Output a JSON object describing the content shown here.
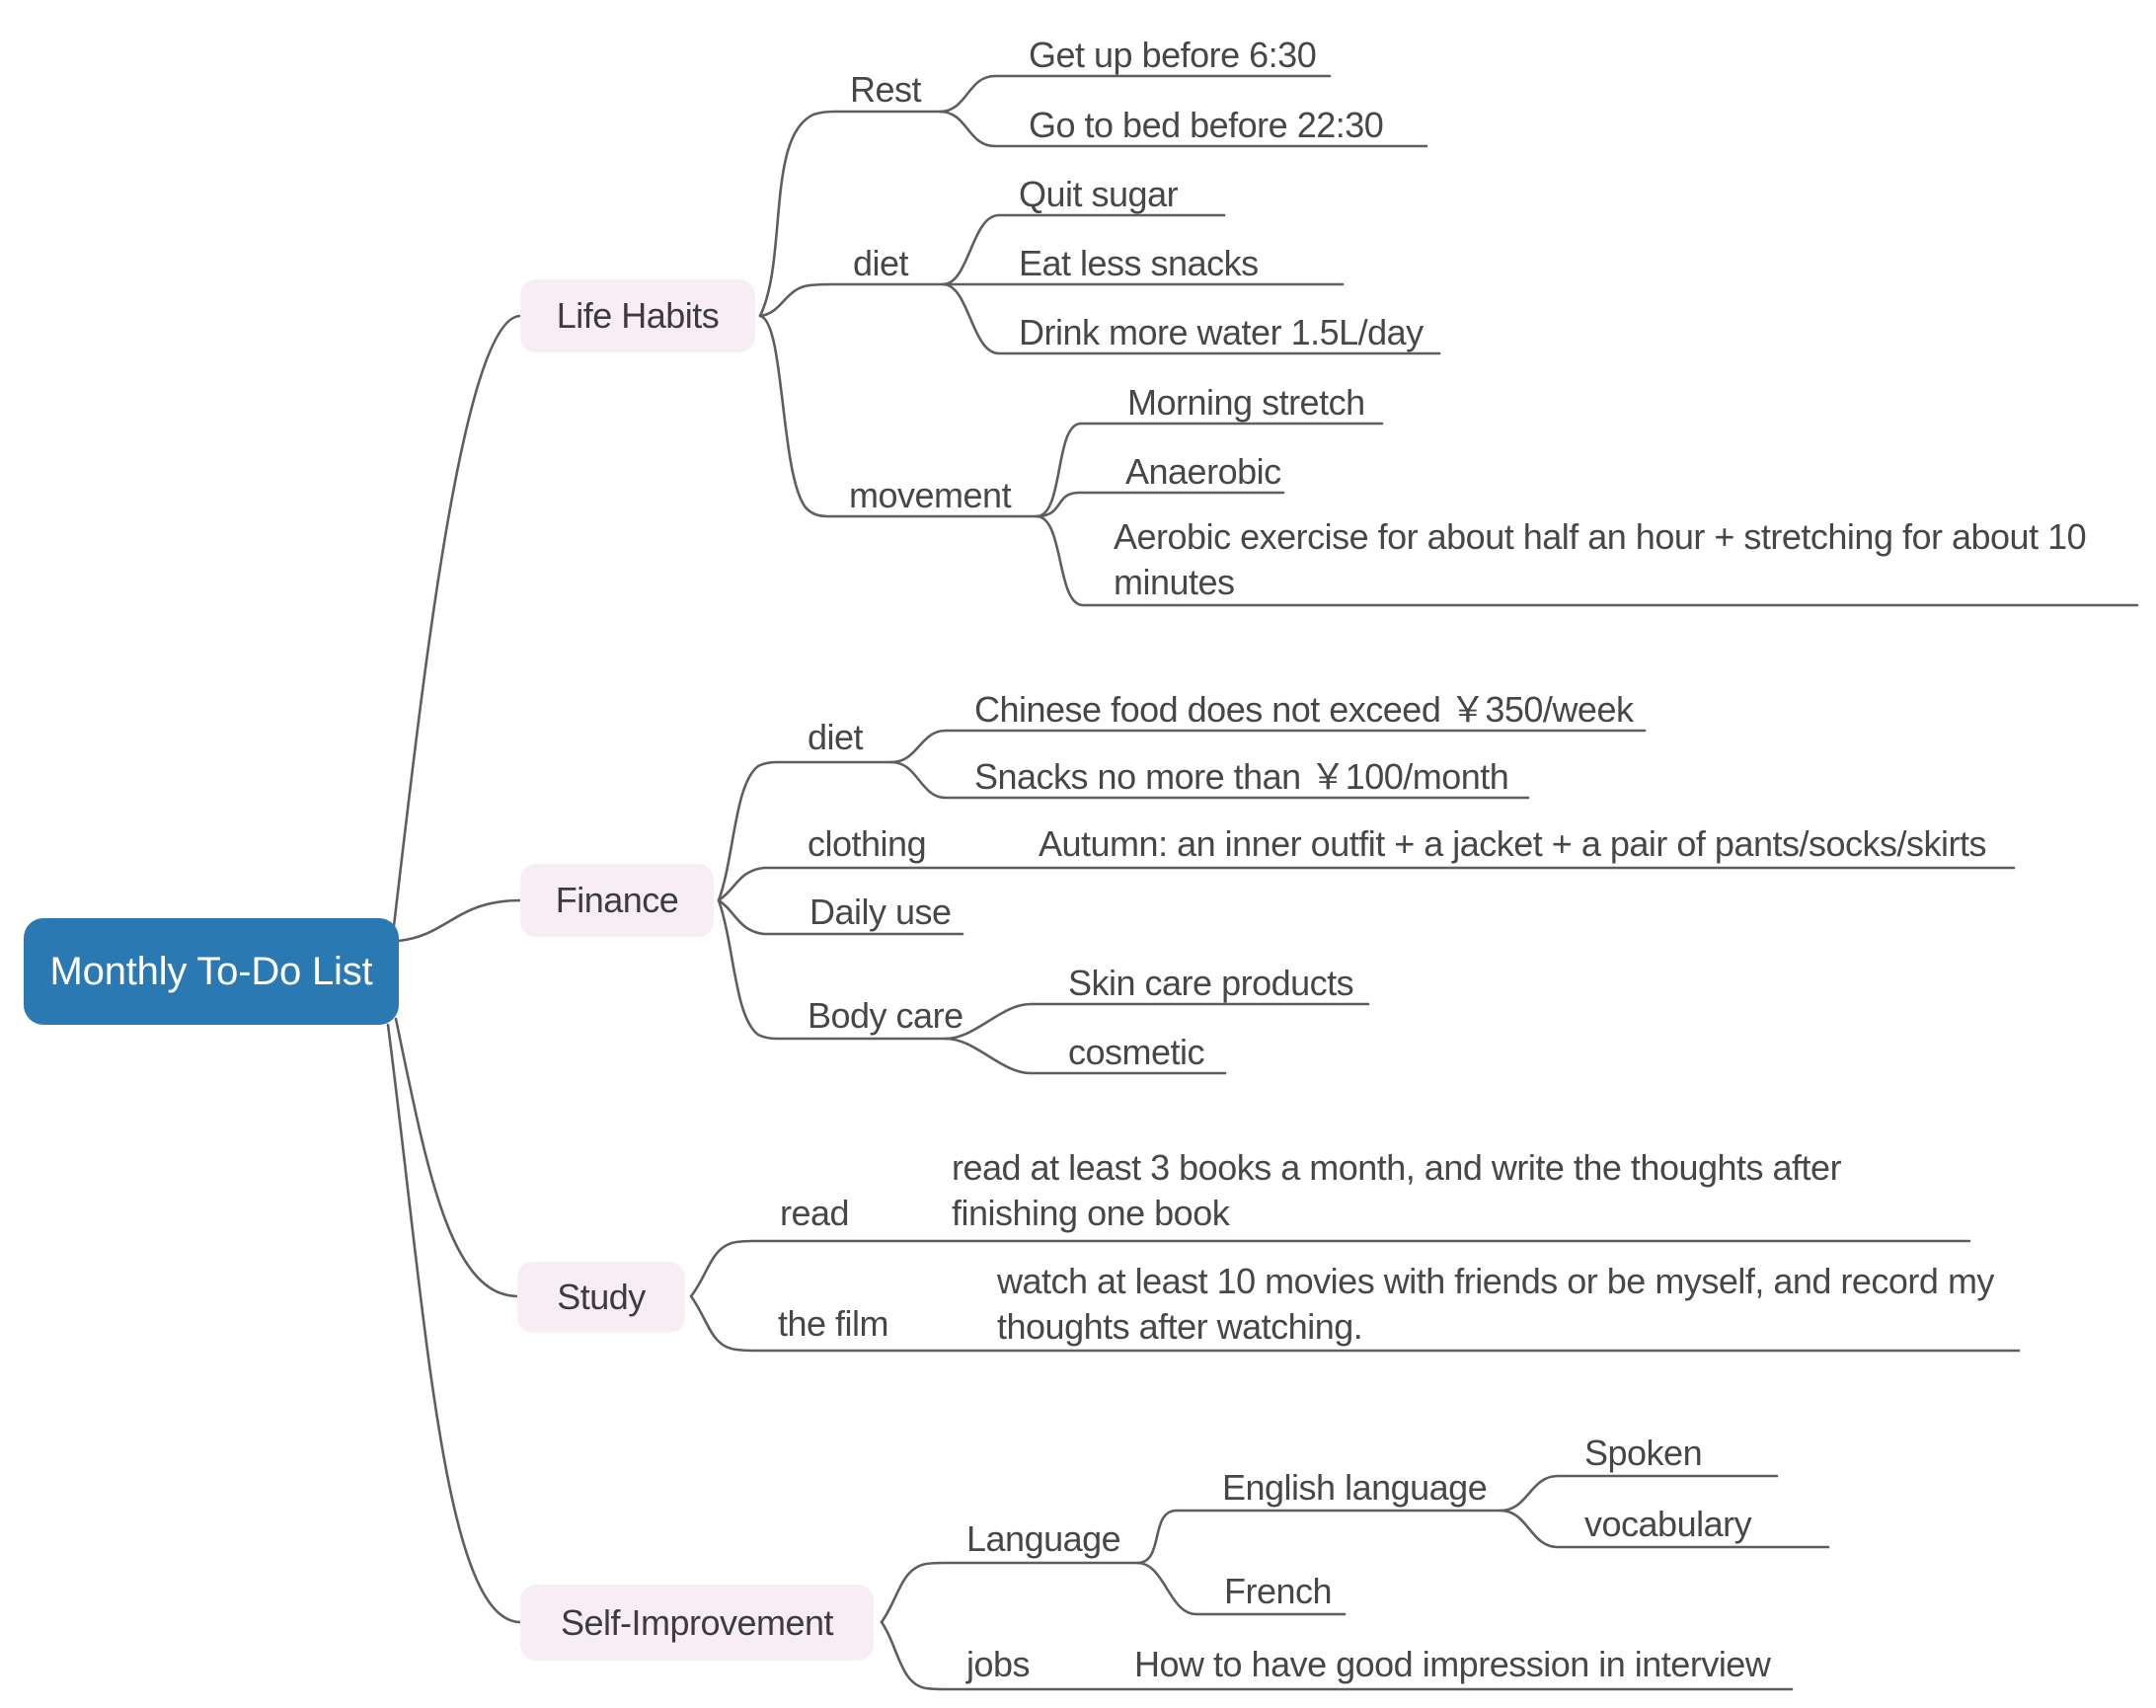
{
  "colors": {
    "root_bg": "#2B79B2",
    "root_text": "#FFFFFF",
    "main_topic_bg": "#F8EDF4",
    "topic_text": "#3C3C3C",
    "label_text": "#474747",
    "line": "#5E5E5E"
  },
  "root": {
    "label": "Monthly To-Do List"
  },
  "topics": [
    {
      "label": "Life Habits",
      "children": [
        {
          "label": "Rest",
          "children": [
            {
              "label": "Get up before 6:30"
            },
            {
              "label": "Go to bed before 22:30"
            }
          ]
        },
        {
          "label": "diet",
          "children": [
            {
              "label": "Quit sugar"
            },
            {
              "label": "Eat less snacks"
            },
            {
              "label": "Drink more water 1.5L/day"
            }
          ]
        },
        {
          "label": "movement",
          "children": [
            {
              "label": "Morning stretch"
            },
            {
              "label": "Anaerobic"
            },
            {
              "lines": [
                "Aerobic exercise for about half an hour + stretching for about 10",
                "minutes"
              ]
            }
          ]
        }
      ]
    },
    {
      "label": "Finance",
      "children": [
        {
          "label": "diet",
          "children": [
            {
              "label": "Chinese food does not exceed ￥350/week"
            },
            {
              "label": "Snacks no more than ￥100/month"
            }
          ]
        },
        {
          "label": "clothing",
          "children": [
            {
              "label": "Autumn: an inner outfit + a jacket + a pair of pants/socks/skirts"
            }
          ]
        },
        {
          "label": "Daily use",
          "children": []
        },
        {
          "label": "Body care",
          "children": [
            {
              "label": "Skin care products"
            },
            {
              "label": "cosmetic"
            }
          ]
        }
      ]
    },
    {
      "label": "Study",
      "children": [
        {
          "label": "read",
          "children": [
            {
              "lines": [
                "read at least 3 books a month, and write the thoughts after",
                "finishing one book"
              ]
            }
          ]
        },
        {
          "label": "the film",
          "children": [
            {
              "lines": [
                "watch at least 10 movies with friends or be myself, and record my",
                "thoughts after watching."
              ]
            }
          ]
        }
      ]
    },
    {
      "label": "Self-Improvement",
      "children": [
        {
          "label": "Language",
          "children": [
            {
              "label": "English language",
              "children": [
                {
                  "label": "Spoken"
                },
                {
                  "label": "vocabulary"
                }
              ]
            },
            {
              "label": "French"
            }
          ]
        },
        {
          "label": "jobs",
          "children": [
            {
              "label": "How to have good impression in interview"
            }
          ]
        }
      ]
    }
  ]
}
